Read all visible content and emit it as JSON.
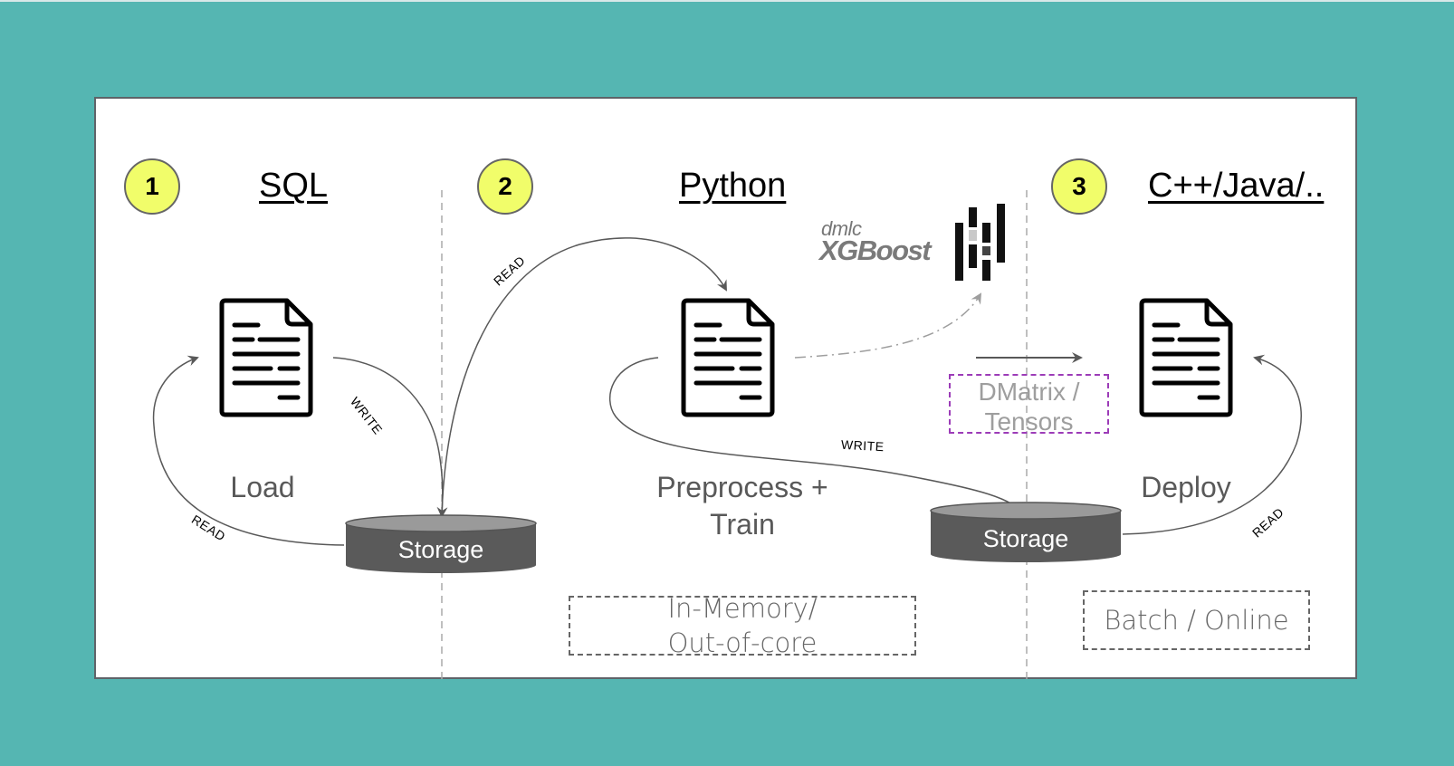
{
  "colors": {
    "background": "#55b6b2",
    "panel": "#ffffff",
    "badge_fill": "#f1fd6a",
    "storage_body": "#5a5a5a",
    "storage_top": "#9a9a9a",
    "dmatrix_border": "#9c3cb8",
    "arrow": "#595959"
  },
  "stages": [
    {
      "number": "1",
      "language": "SQL",
      "label": "Load"
    },
    {
      "number": "2",
      "language": "Python",
      "label_line1": "Preprocess +",
      "label_line2": "Train"
    },
    {
      "number": "3",
      "language": "C++/Java/..",
      "label": "Deploy"
    }
  ],
  "storage": [
    {
      "label": "Storage"
    },
    {
      "label": "Storage"
    }
  ],
  "arrows": {
    "stage1_read": "READ",
    "stage1_write": "WRITE",
    "stage2_read": "READ",
    "stage2_write": "WRITE",
    "stage3_read": "READ"
  },
  "notes": {
    "memory_line1": "In-Memory/",
    "memory_line2": "Out-of-core",
    "deploy_mode": "Batch / Online",
    "format_line1": "DMatrix /",
    "format_line2": "Tensors"
  },
  "logo": {
    "prefix": "dmlc",
    "name": "XGBoost",
    "icon": "xgboost-logo-icon"
  },
  "icons": {
    "document": "document-icon",
    "database": "database-icon"
  }
}
